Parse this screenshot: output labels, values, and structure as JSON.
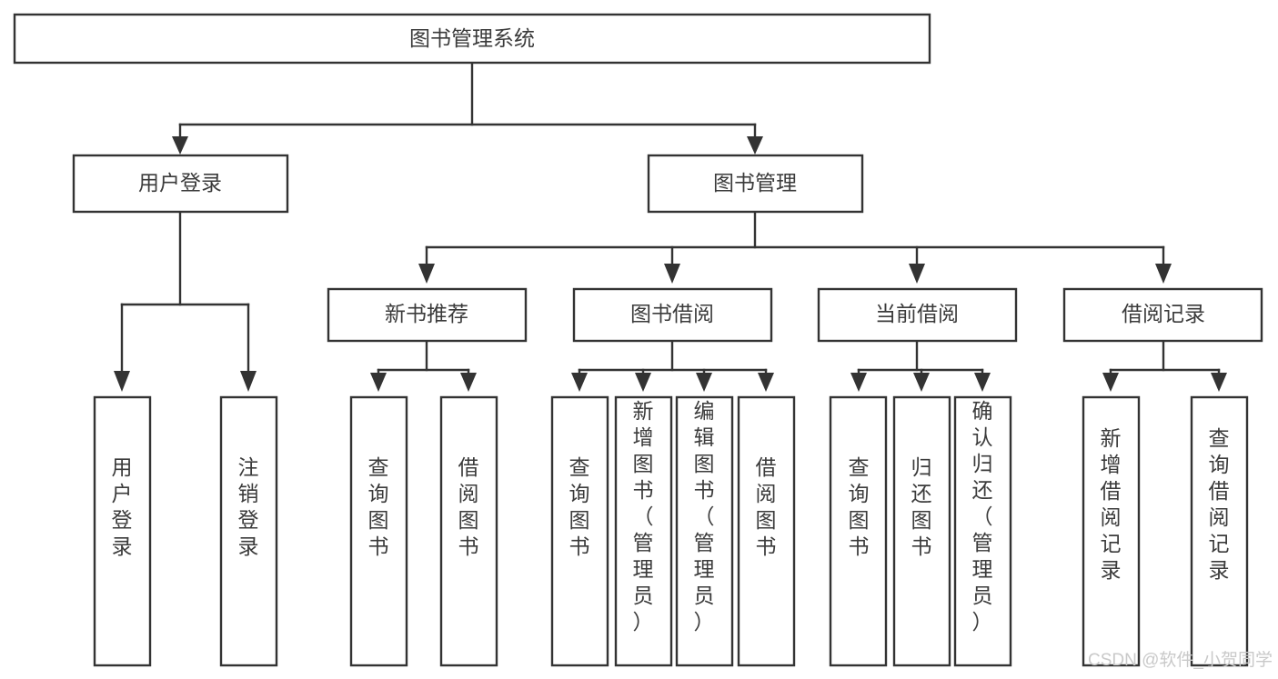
{
  "diagram": {
    "title": "图书管理系统",
    "type": "tree-hierarchy",
    "watermark": "CSDN @软件_小贺同学",
    "root": {
      "id": "root",
      "label": "图书管理系统"
    },
    "level2": [
      {
        "id": "user-login",
        "label": "用户登录"
      },
      {
        "id": "book-manage",
        "label": "图书管理"
      }
    ],
    "level3": [
      {
        "id": "new-book-rec",
        "label": "新书推荐"
      },
      {
        "id": "book-borrow",
        "label": "图书借阅"
      },
      {
        "id": "current-borrow",
        "label": "当前借阅"
      },
      {
        "id": "borrow-record",
        "label": "借阅记录"
      }
    ],
    "leaves": [
      {
        "id": "leaf-user-login",
        "label": "用户登录",
        "parent": "user-login"
      },
      {
        "id": "leaf-logout",
        "label": "注销登录",
        "parent": "user-login"
      },
      {
        "id": "leaf-query-book-1",
        "label": "查询图书",
        "parent": "new-book-rec"
      },
      {
        "id": "leaf-borrow-book-1",
        "label": "借阅图书",
        "parent": "new-book-rec"
      },
      {
        "id": "leaf-query-book-2",
        "label": "查询图书",
        "parent": "book-borrow"
      },
      {
        "id": "leaf-add-book",
        "label": "新增图书（管理员）",
        "parent": "book-borrow"
      },
      {
        "id": "leaf-edit-book",
        "label": "编辑图书（管理员）",
        "parent": "book-borrow"
      },
      {
        "id": "leaf-borrow-book-2",
        "label": "借阅图书",
        "parent": "book-borrow"
      },
      {
        "id": "leaf-query-book-3",
        "label": "查询图书",
        "parent": "current-borrow"
      },
      {
        "id": "leaf-return-book",
        "label": "归还图书",
        "parent": "current-borrow"
      },
      {
        "id": "leaf-confirm-return",
        "label": "确认归还（管理员）",
        "parent": "current-borrow"
      },
      {
        "id": "leaf-add-record",
        "label": "新增借阅记录",
        "parent": "borrow-record"
      },
      {
        "id": "leaf-query-record",
        "label": "查询借阅记录",
        "parent": "borrow-record"
      }
    ],
    "colors": {
      "stroke": "#333333",
      "fill": "#ffffff",
      "text": "#3b3b3b",
      "watermark": "#c9c9c9"
    }
  }
}
